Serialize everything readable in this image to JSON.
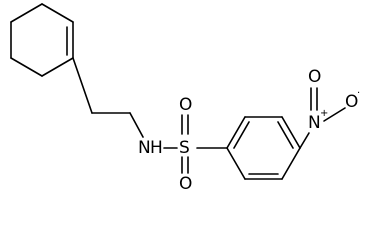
{
  "structure": {
    "atoms": {
      "nitrogen_amide": "N",
      "hydrogen_amide": "H",
      "sulfur": "S",
      "oxygen_sulfonyl_top": "O",
      "oxygen_sulfonyl_bottom": "O",
      "nitrogen_nitro": "N",
      "nitro_n_charge": "+",
      "oxygen_nitro_top": "O",
      "oxygen_nitro_right": "O",
      "nitro_o_radical": "·"
    }
  }
}
